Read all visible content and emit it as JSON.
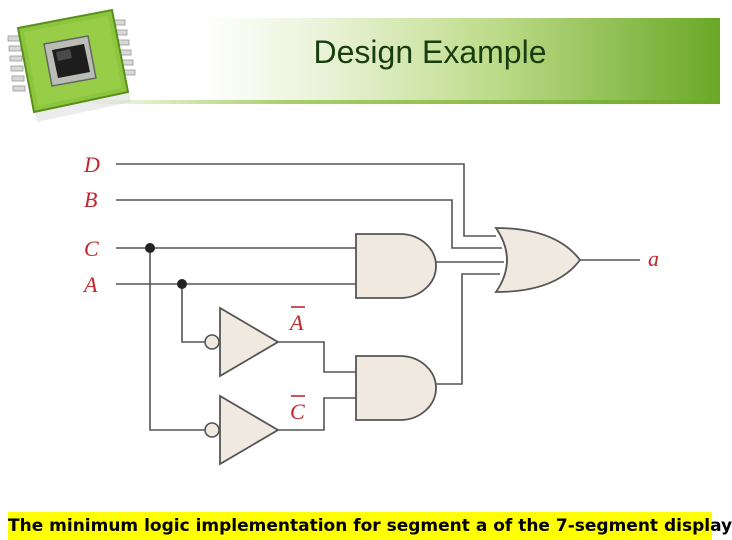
{
  "slide": {
    "title": "Design Example",
    "caption": "The minimum logic implementation for segment a of the 7-segment display"
  },
  "diagram": {
    "inputs": [
      "D",
      "B",
      "C",
      "A"
    ],
    "output": "a",
    "inverter_labels": [
      "A",
      "C"
    ],
    "gates": [
      "AND",
      "AND",
      "OR",
      "NOT",
      "NOT"
    ]
  },
  "icons": {
    "logo": "microchip-icon"
  },
  "colors": {
    "accent_green": "#6aa826",
    "title": "#1a3d0f",
    "variable": "#c1272d",
    "gate_fill": "#efe9df",
    "caption_bg": "#ffff00"
  }
}
